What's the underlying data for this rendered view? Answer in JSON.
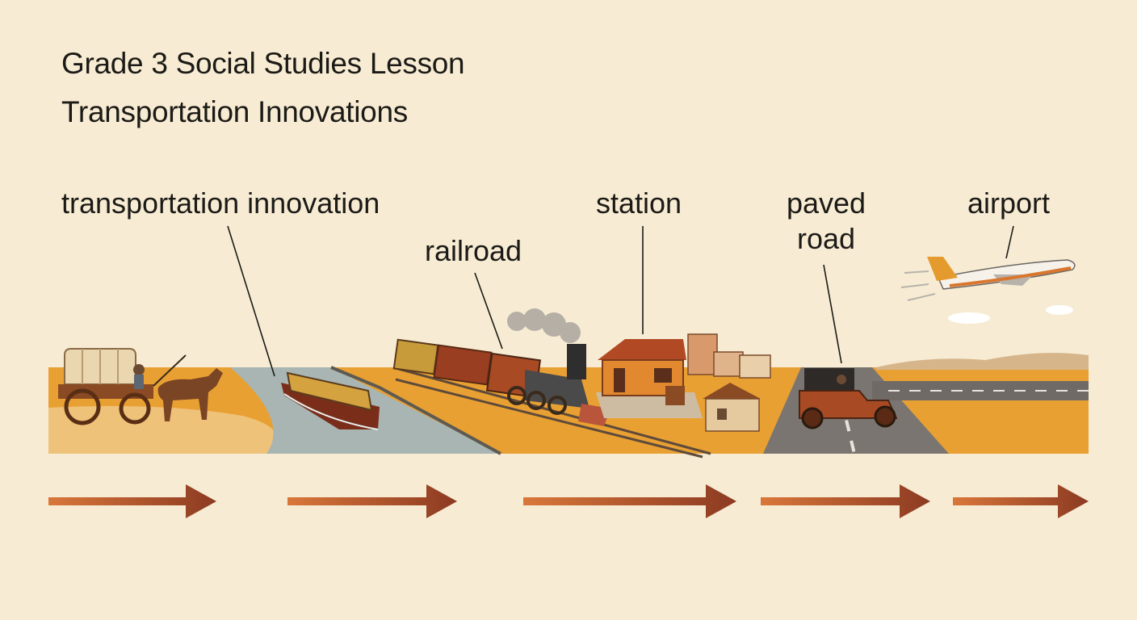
{
  "title": {
    "line1": "Grade 3 Social Studies Lesson",
    "line2": "Transportation Innovations"
  },
  "labels": {
    "innovation": "transportation innovation",
    "railroad": "railroad",
    "station": "station",
    "paved": "paved",
    "road": "road",
    "airport": "airport"
  },
  "colors": {
    "background": "#f7ecd3",
    "ground": "#e9a033",
    "water": "#a8b5b3",
    "road": "#7a7570",
    "arrow_start": "#d9773a",
    "arrow_end": "#8c3a22"
  },
  "icons": [
    "wagon-icon",
    "canal-boat-icon",
    "steam-train-icon",
    "station-building-icon",
    "automobile-icon",
    "airplane-icon",
    "progress-arrow-icon"
  ]
}
